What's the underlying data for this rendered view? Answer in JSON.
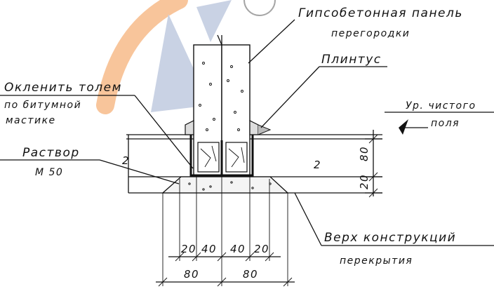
{
  "labels": {
    "panel_line1": "Гипсобетонная панель",
    "panel_line2": "перегородки",
    "plinth": "Плинтус",
    "roofing_line1": "Окленить толем",
    "roofing_line2": "по битумной",
    "roofing_line3": "мастике",
    "floor_level_line1": "Ур. чистого",
    "floor_level_line2": "поля",
    "mortar_line1": "Раствор",
    "mortar_line2": "М 50",
    "slab_line1": "Верх конструкций",
    "slab_line2": "перекрытия",
    "mark_left": "2",
    "mark_right": "2"
  },
  "dimensions": {
    "bottom_inner": [
      "20",
      "40",
      "40",
      "20"
    ],
    "bottom_outer": [
      "80",
      "80"
    ],
    "vertical": [
      "80",
      "20"
    ]
  },
  "colors": {
    "ink": "#111111",
    "watermark_orange": "#f6b27a",
    "watermark_blue": "#b8c4dc"
  }
}
